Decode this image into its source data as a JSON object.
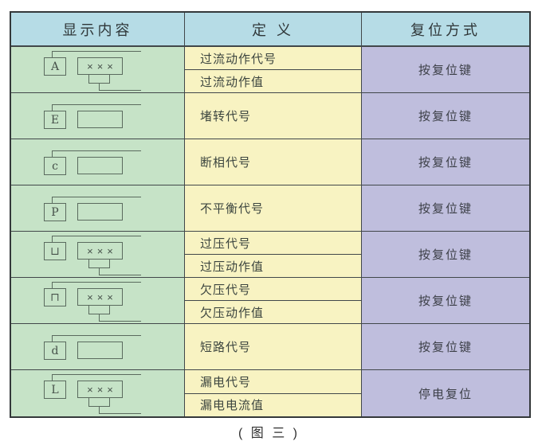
{
  "table": {
    "headers": [
      {
        "label": "显示内容"
      },
      {
        "label": "定 义"
      },
      {
        "label": "复位方式"
      }
    ],
    "rows": [
      {
        "symbol": "A",
        "display": "×××",
        "alternating": true,
        "definitions": [
          "过流动作代号",
          "过流动作值"
        ],
        "reset": "按复位键"
      },
      {
        "symbol": "E",
        "display": "",
        "alternating": false,
        "definitions": [
          "堵转代号"
        ],
        "reset": "按复位键"
      },
      {
        "symbol": "c",
        "display": "",
        "alternating": false,
        "definitions": [
          "断相代号"
        ],
        "reset": "按复位键"
      },
      {
        "symbol": "P",
        "display": "",
        "alternating": false,
        "definitions": [
          "不平衡代号"
        ],
        "reset": "按复位键"
      },
      {
        "symbol": "⊔",
        "display": "×××",
        "alternating": true,
        "definitions": [
          "过压代号",
          "过压动作值"
        ],
        "reset": "按复位键"
      },
      {
        "symbol": "⊓",
        "display": "×××",
        "alternating": true,
        "definitions": [
          "欠压代号",
          "欠压动作值"
        ],
        "reset": "按复位键"
      },
      {
        "symbol": "d",
        "display": "",
        "alternating": false,
        "definitions": [
          "短路代号"
        ],
        "reset": "按复位键"
      },
      {
        "symbol": "L",
        "display": "×××",
        "alternating": true,
        "definitions": [
          "漏电代号",
          "漏电电流值"
        ],
        "reset": "停电复位"
      }
    ]
  },
  "caption": "( 图 三 )",
  "colors": {
    "header_bg": "#b6dce6",
    "display_col_bg": "#c6e3c7",
    "definition_col_bg": "#f8f3c2",
    "reset_col_bg": "#bfbedd",
    "border": "#41474a",
    "diagram_stroke": "#5a6a5e"
  }
}
